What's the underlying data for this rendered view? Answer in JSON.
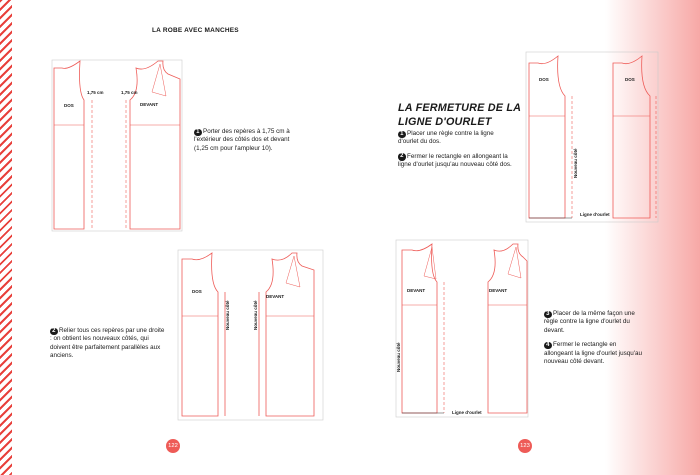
{
  "header": {
    "title": "LA ROBE AVEC MANCHES"
  },
  "section": {
    "title": "LA FERMETURE DE LA LIGNE D'OURLET"
  },
  "steps_left": {
    "step1": {
      "num": "1",
      "text": "Porter des repères à 1,75 cm à l'extérieur des côtés dos et devant (1,25 cm pour l'ampleur 10)."
    },
    "step2": {
      "num": "2",
      "text": "Relier tous ces repères par une droite : on obtient les nouveaux côtés, qui doivent être parfaitement parallèles aux anciens."
    }
  },
  "steps_right": {
    "step1": {
      "num": "1",
      "text": "Placer une règle contre la ligne d'ourlet du dos."
    },
    "step2": {
      "num": "2",
      "text": "Fermer le rectangle en allongeant la ligne d'ourlet jusqu'au nouveau côté dos."
    },
    "step3": {
      "num": "3",
      "text": "Placer de la même façon une règle contre la ligne d'ourlet du devant."
    },
    "step4": {
      "num": "4",
      "text": "Fermer le rectangle en allongeant la ligne d'ourlet jusqu'au nouveau côté devant."
    }
  },
  "labels": {
    "dos": "DOS",
    "devant": "DEVANT",
    "measure": "1,75 cm",
    "nouveau_cote": "Nouveau côté",
    "ligne_ourlet": "Ligne d'ourlet"
  },
  "pages": {
    "left": "122",
    "right": "123"
  },
  "colors": {
    "accent": "#ee5b57",
    "stripe": "#e8413c",
    "text": "#1a1a1a"
  }
}
